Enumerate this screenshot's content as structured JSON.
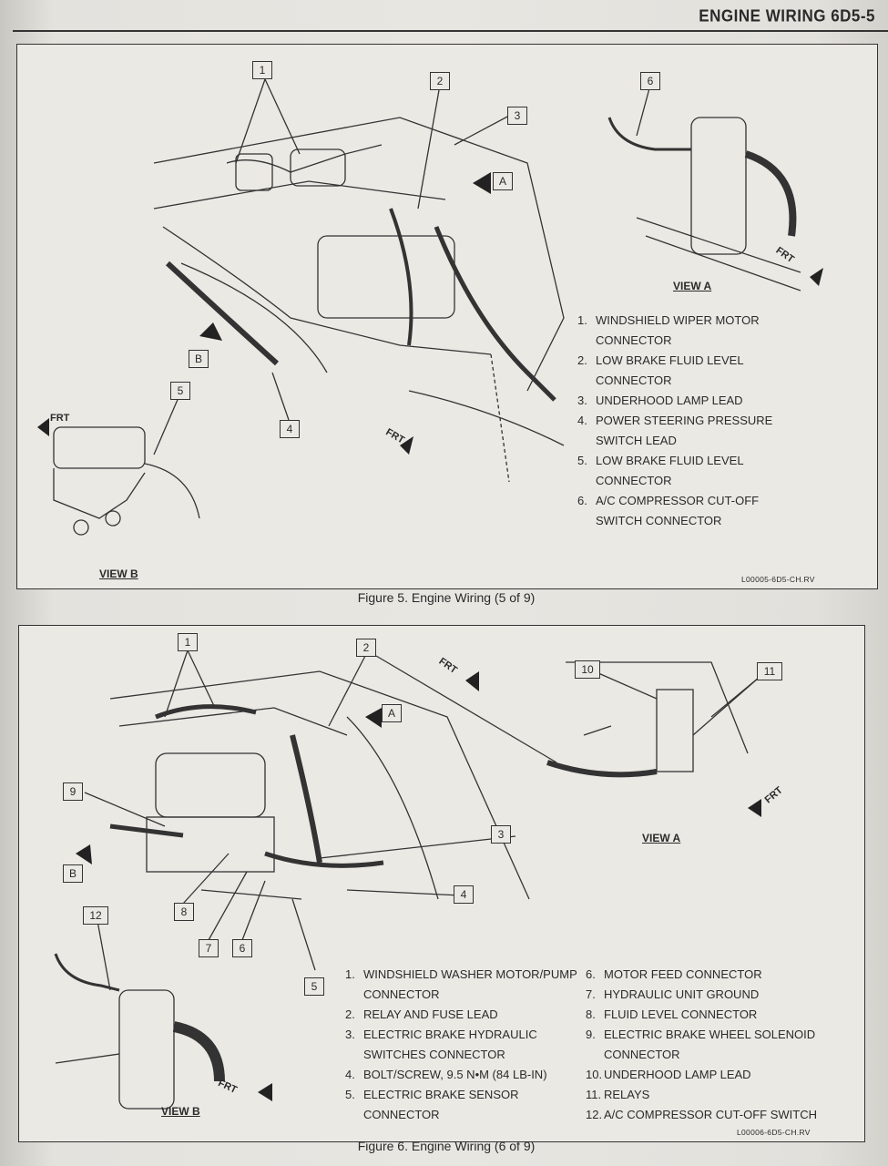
{
  "header": {
    "title": "ENGINE WIRING  6D5-5"
  },
  "figure5": {
    "caption": "Figure 5. Engine Wiring (5 of 9)",
    "code": "L00005-6D5-CH.RV",
    "view_a": "VIEW A",
    "view_b": "VIEW B",
    "frt": "FRT",
    "arrow_a": "A",
    "arrow_b": "B",
    "callouts": [
      "1",
      "2",
      "3",
      "4",
      "5",
      "6"
    ],
    "legend": [
      {
        "n": "1.",
        "text": "WINDSHIELD WIPER MOTOR CONNECTOR"
      },
      {
        "n": "2.",
        "text": "LOW BRAKE FLUID LEVEL CONNECTOR"
      },
      {
        "n": "3.",
        "text": "UNDERHOOD LAMP LEAD"
      },
      {
        "n": "4.",
        "text": "POWER STEERING PRESSURE SWITCH LEAD"
      },
      {
        "n": "5.",
        "text": "LOW BRAKE FLUID LEVEL CONNECTOR"
      },
      {
        "n": "6.",
        "text": "A/C COMPRESSOR CUT-OFF SWITCH CONNECTOR"
      }
    ]
  },
  "figure6": {
    "caption": "Figure 6. Engine Wiring (6 of 9)",
    "code": "L00006-6D5-CH.RV",
    "view_a": "VIEW A",
    "view_b": "VIEW B",
    "frt": "FRT",
    "arrow_a": "A",
    "arrow_b": "B",
    "callouts": [
      "1",
      "2",
      "3",
      "4",
      "5",
      "6",
      "7",
      "8",
      "9",
      "10",
      "11",
      "12"
    ],
    "legend_left": [
      {
        "n": "1.",
        "text": "WINDSHIELD WASHER MOTOR/PUMP CONNECTOR"
      },
      {
        "n": "2.",
        "text": "RELAY AND FUSE LEAD"
      },
      {
        "n": "3.",
        "text": "ELECTRIC BRAKE HYDRAULIC SWITCHES CONNECTOR"
      },
      {
        "n": "4.",
        "text": "BOLT/SCREW, 9.5 N•M (84 LB-IN)"
      },
      {
        "n": "5.",
        "text": "ELECTRIC BRAKE SENSOR CONNECTOR"
      }
    ],
    "legend_right": [
      {
        "n": "6.",
        "text": "MOTOR FEED CONNECTOR"
      },
      {
        "n": "7.",
        "text": "HYDRAULIC UNIT GROUND"
      },
      {
        "n": "8.",
        "text": "FLUID LEVEL CONNECTOR"
      },
      {
        "n": "9.",
        "text": "ELECTRIC BRAKE WHEEL SOLENOID CONNECTOR"
      },
      {
        "n": "10.",
        "text": "UNDERHOOD LAMP LEAD"
      },
      {
        "n": "11.",
        "text": "RELAYS"
      },
      {
        "n": "12.",
        "text": "A/C COMPRESSOR CUT-OFF SWITCH"
      }
    ]
  }
}
